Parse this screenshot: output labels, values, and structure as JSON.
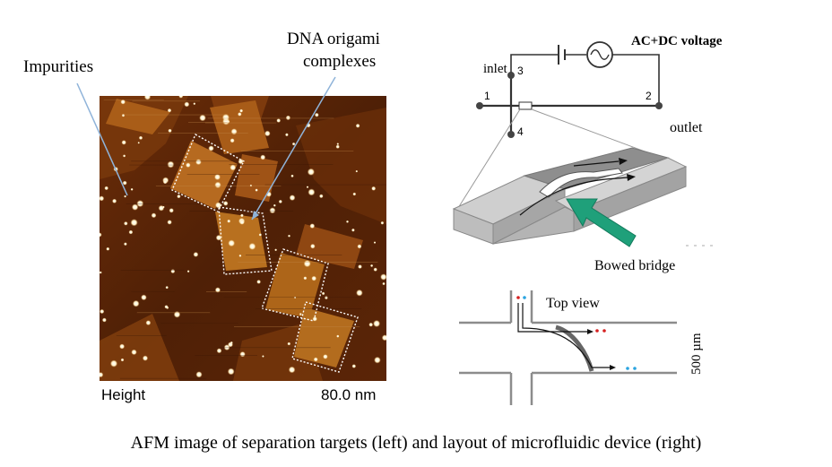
{
  "labels": {
    "impurities": "Impurities",
    "dna_line1": "DNA origami",
    "dna_line2": "complexes",
    "afm_height": "Height",
    "afm_scale": "80.0 nm",
    "inlet": "inlet",
    "outlet": "outlet",
    "voltage": "AC+DC voltage",
    "port1": "1",
    "port2": "2",
    "port3": "3",
    "port4": "4",
    "bowed_bridge": "Bowed bridge",
    "top_view": "Top view",
    "scale_500": "500 µm",
    "caption": "AFM image of separation targets (left) and layout of microfluidic device (right)"
  },
  "colors": {
    "afm_dark": "#4a1d05",
    "afm_mid": "#8a3f0e",
    "afm_origami": "#b0661f",
    "particle": "#fff6dc",
    "arrow_teal": "#1fa07a",
    "annot_line": "#8fb3d9",
    "red_dot": "#d62020",
    "blue_dot": "#2aa4e0",
    "channel_gray": "#8c8c8c"
  }
}
